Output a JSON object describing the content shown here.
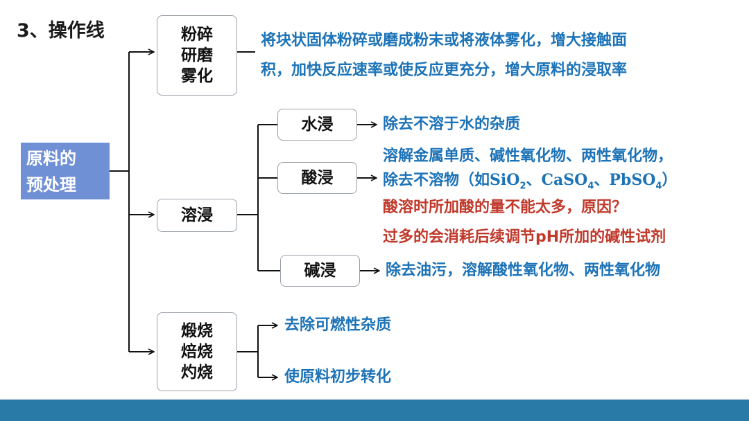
{
  "heading": "3、操作线",
  "root": {
    "line1": "原料的",
    "line2": "预处理"
  },
  "branches": {
    "grind": {
      "lines": [
        "粉碎",
        "研磨",
        "雾化"
      ],
      "desc1": "将块状固体粉碎或磨成粉末或将液体雾化，增大接触面",
      "desc2": "积，加快反应速率或使反应更充分，增大原料的浸取率"
    },
    "leach": {
      "label": "溶浸",
      "water": {
        "label": "水浸",
        "desc": "除去不溶于水的杂质"
      },
      "acid": {
        "label": "酸浸",
        "desc1": "溶解金属单质、碱性氧化物、两性氧化物，",
        "desc2_prefix": "除去不溶物（如",
        "chem1": "SiO",
        "chem1_sub": "2",
        "sep1": "、",
        "chem2": "CaSO",
        "chem2_sub": "4",
        "sep2": "、",
        "chem3": "PbSO",
        "chem3_sub": "4",
        "desc2_suffix": "）",
        "question": "酸溶时所加酸的量不能太多，原因？",
        "answer": "过多的会消耗后续调节pH所加的碱性试剂"
      },
      "alkali": {
        "label": "碱浸",
        "desc": "除去油污，溶解酸性氧化物、两性氧化物"
      }
    },
    "calcine": {
      "lines": [
        "煅烧",
        "焙烧",
        "灼烧"
      ],
      "desc1": "去除可燃性杂质",
      "desc2": "使原料初步转化"
    }
  },
  "colors": {
    "root_bg": "#7090d6",
    "desc_blue": "#1d73b7",
    "desc_red": "#c0392b",
    "footer": "#2a7aa8"
  }
}
